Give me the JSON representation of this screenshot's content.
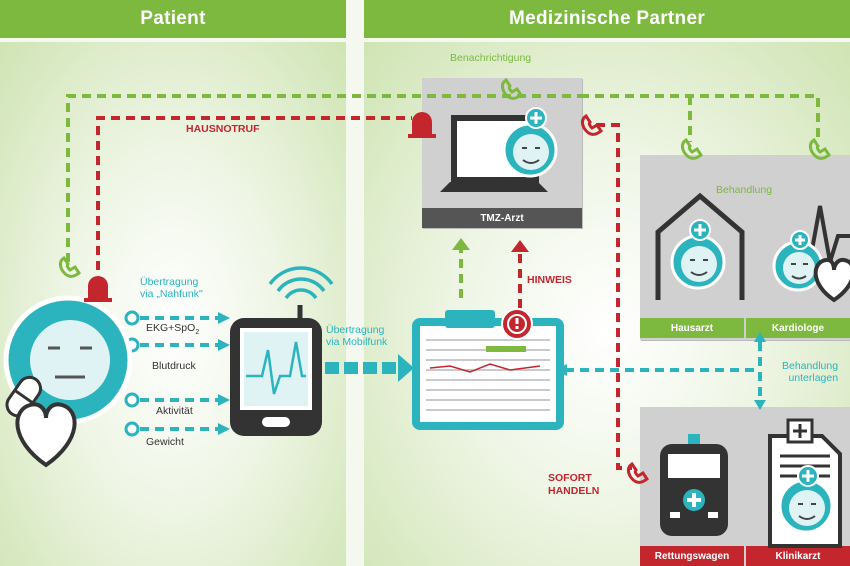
{
  "headers": {
    "patient": "Patient",
    "partners": "Medizinische Partner"
  },
  "labels": {
    "benachrichtigung": "Benachrichtigung",
    "hausnotruf": "HAUSNOTRUF",
    "tmz_arzt": "TMZ-Arzt",
    "behandlung": "Behandlung",
    "hinweis": "HINWEIS",
    "uebertragung_nahfunk_1": "Übertragung",
    "uebertragung_nahfunk_2": "via „Nahfunk\"",
    "ekg": "EKG+SpO",
    "ekg_sub": "2",
    "blutdruck": "Blutdruck",
    "aktivitaet": "Aktivität",
    "gewicht": "Gewicht",
    "uebertragung_mobil_1": "Übertragung",
    "uebertragung_mobil_2": "via Mobilfunk",
    "hausarzt": "Hausarzt",
    "kardiologe": "Kardiologe",
    "behandlungsunterlagen_1": "Behandlung",
    "behandlungsunterlagen_2": "unterlagen",
    "sofort_1": "SOFORT",
    "sofort_2": "HANDELN",
    "rettungswagen": "Rettungswagen",
    "klinikarzt": "Klinikarzt"
  },
  "colors": {
    "green": "#7cb93e",
    "red": "#c4262e",
    "teal": "#2bb4bd",
    "dark": "#333333"
  },
  "icons": [
    "phone-icon",
    "alarm-light-icon",
    "doctor-face-icon",
    "patient-face-icon",
    "heart-icon",
    "pill-icon",
    "smartphone-icon",
    "wifi-signal-icon",
    "laptop-icon",
    "house-icon",
    "ambulance-icon",
    "clinic-icon",
    "clipboard-icon",
    "warning-icon"
  ]
}
